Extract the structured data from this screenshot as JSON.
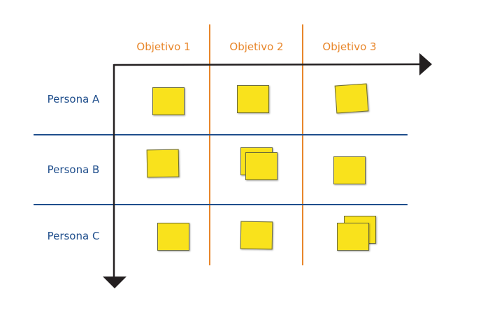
{
  "columns": [
    {
      "label": "Objetivo 1"
    },
    {
      "label": "Objetivo 2"
    },
    {
      "label": "Objetivo 3"
    }
  ],
  "rows": [
    {
      "label": "Persona A"
    },
    {
      "label": "Persona B"
    },
    {
      "label": "Persona C"
    }
  ],
  "colors": {
    "column_label": "#E8862A",
    "column_divider": "#E8862A",
    "row_label": "#1F4E8C",
    "row_divider": "#1F4E8C",
    "axis": "#231F20",
    "sticky_note": "#F9E21C"
  },
  "sticky_notes_per_cell": [
    [
      1,
      1,
      1
    ],
    [
      1,
      2,
      1
    ],
    [
      1,
      1,
      2
    ]
  ]
}
